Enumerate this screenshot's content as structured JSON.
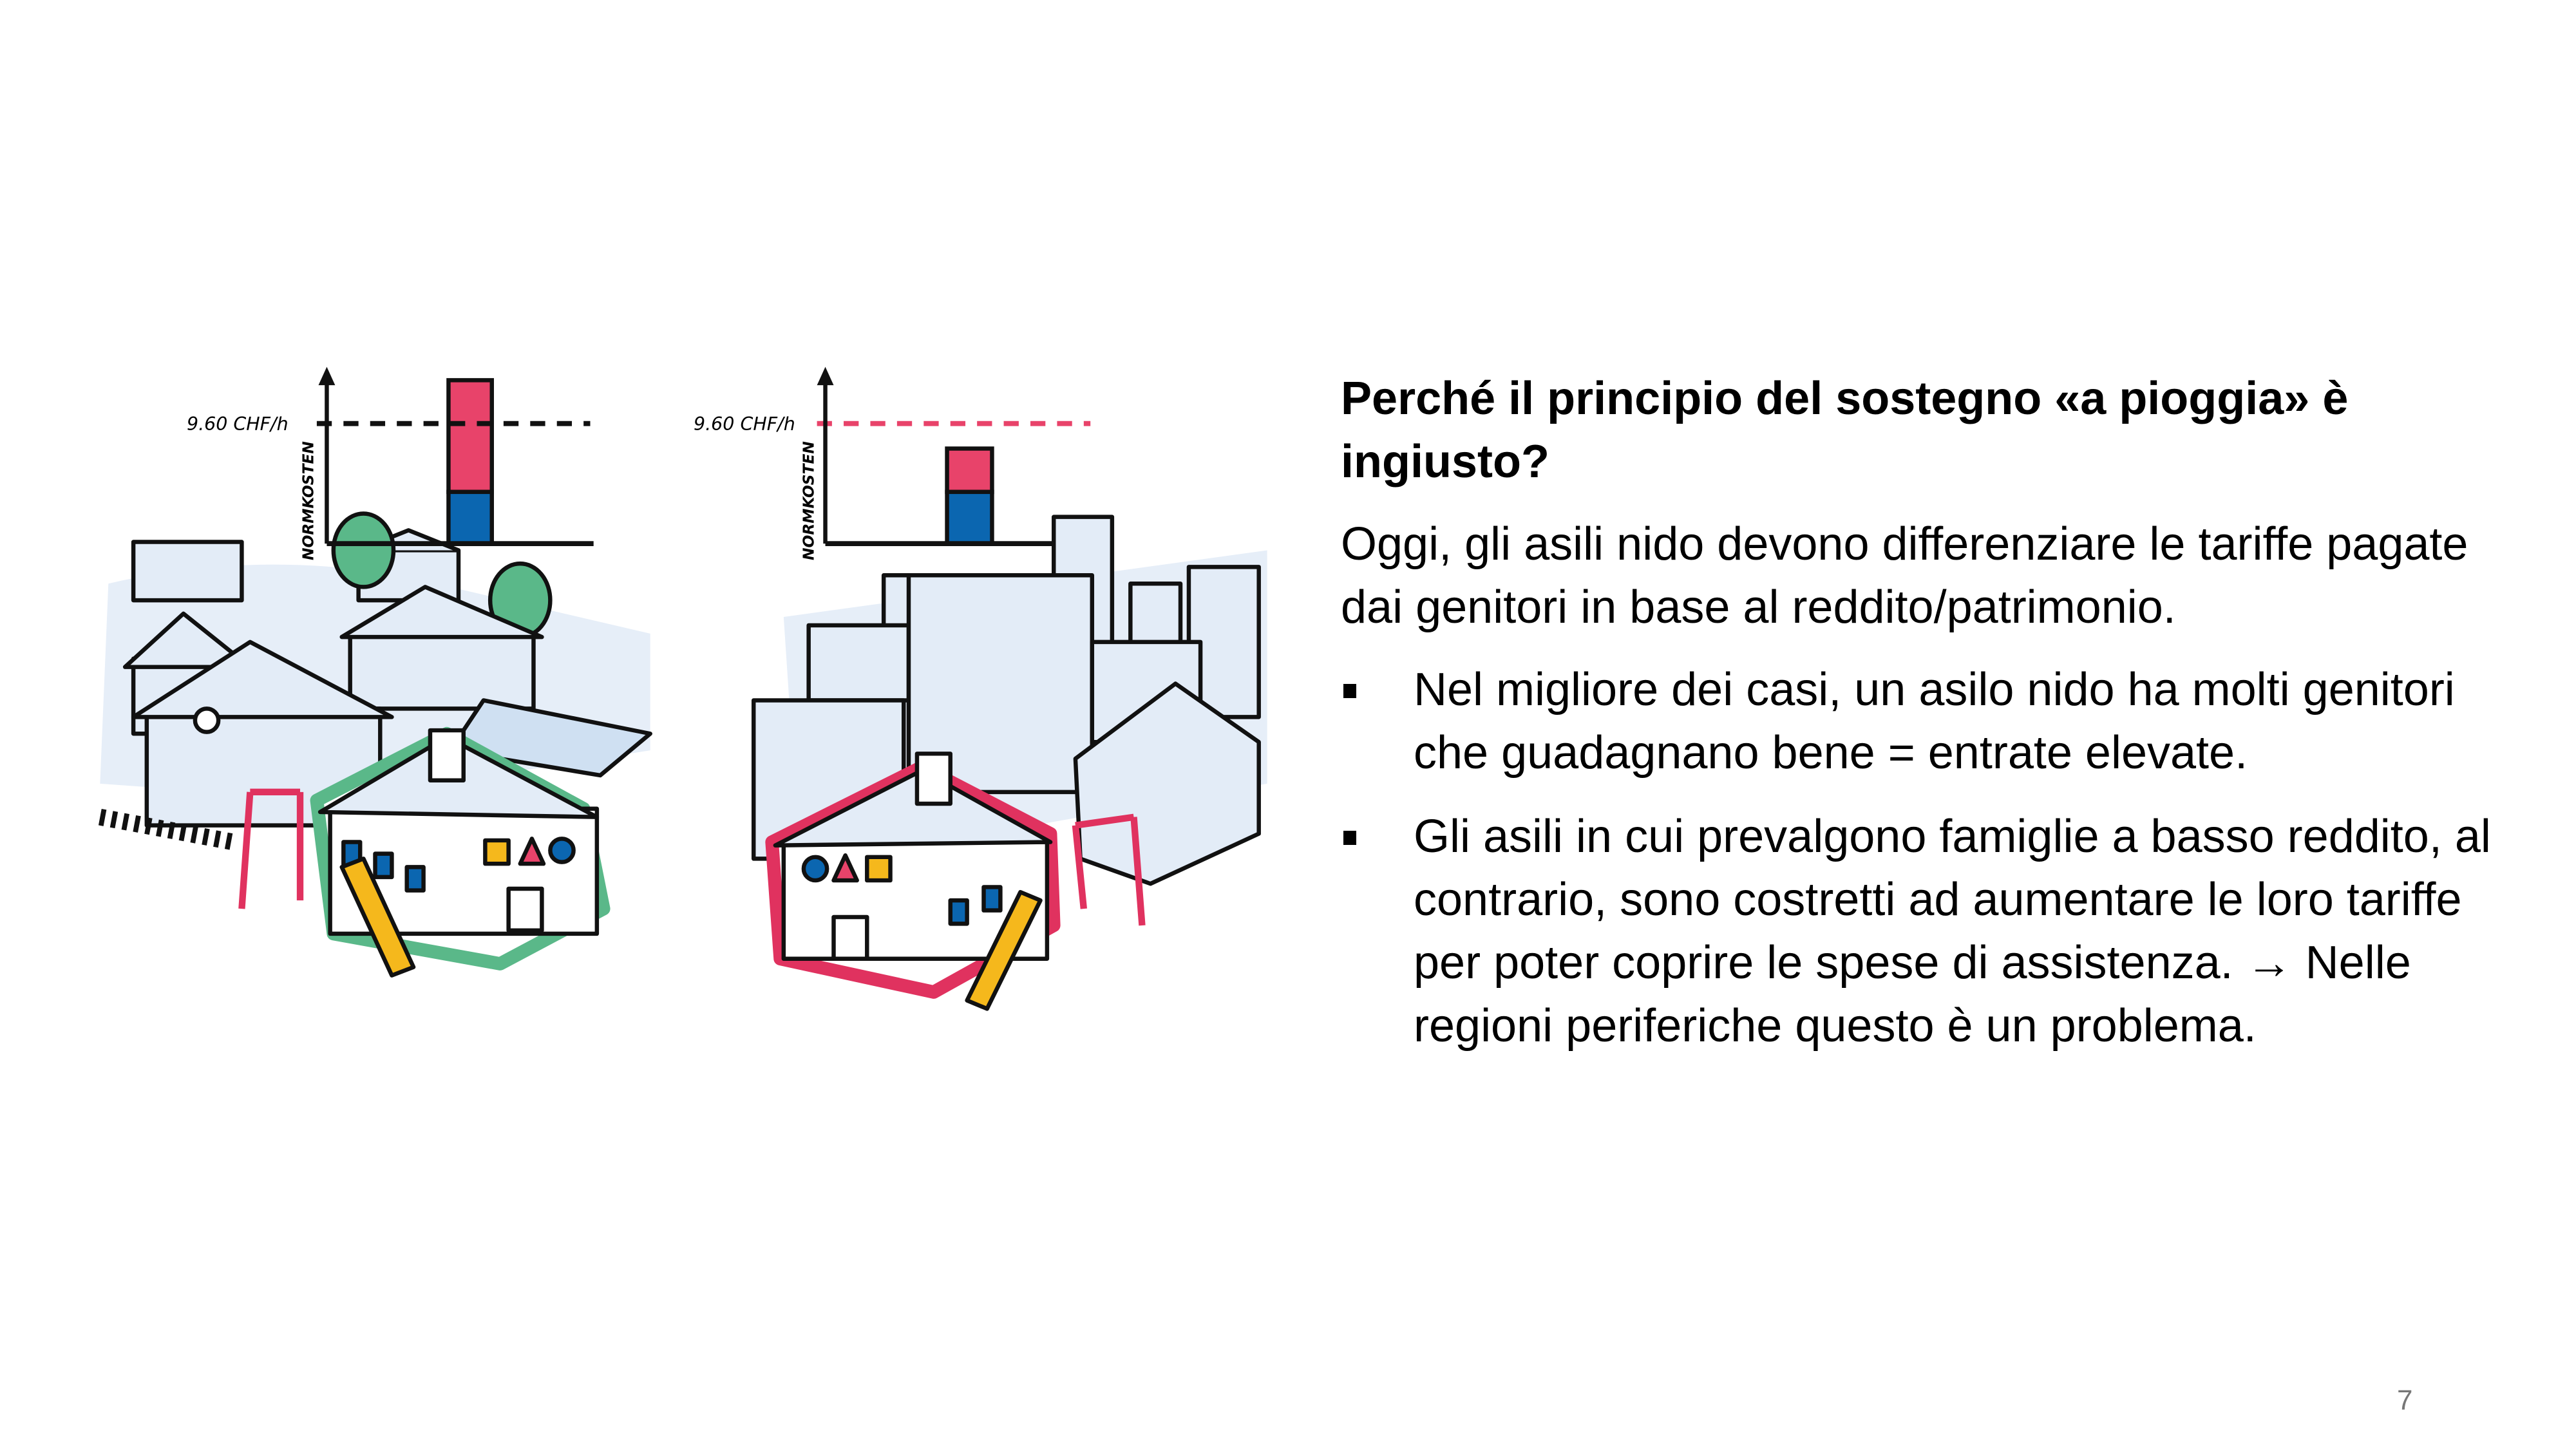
{
  "illustrations": [
    {
      "rate_label": "9.60 CHF/h",
      "axis_label": "NORMKOSTEN",
      "bar_red_color": "#e8436a",
      "bar_blue_color": "#0b66b0",
      "outline_color": "#5ab889"
    },
    {
      "rate_label": "9.60 CHF/h",
      "axis_label": "NORMKOSTEN",
      "bar_red_color": "#e8436a",
      "bar_blue_color": "#0b66b0",
      "outline_color": "#e0325f"
    }
  ],
  "content": {
    "title": "Perché il principio del sostegno «a pioggia» è ingiusto?",
    "intro": "Oggi, gli asili nido devono differenziare le tariffe pagate dai genitori in base al reddito/patrimonio.",
    "bullets": [
      "Nel migliore dei casi, un asilo nido ha molti genitori che guadagnano bene = entrate elevate.",
      "Gli asili in cui prevalgono famiglie a basso reddito, al contrario, sono costretti ad aumentare le loro tariffe per poter coprire le spese di assistenza. → Nelle regioni periferiche questo è un problema."
    ]
  },
  "page_number": "7"
}
